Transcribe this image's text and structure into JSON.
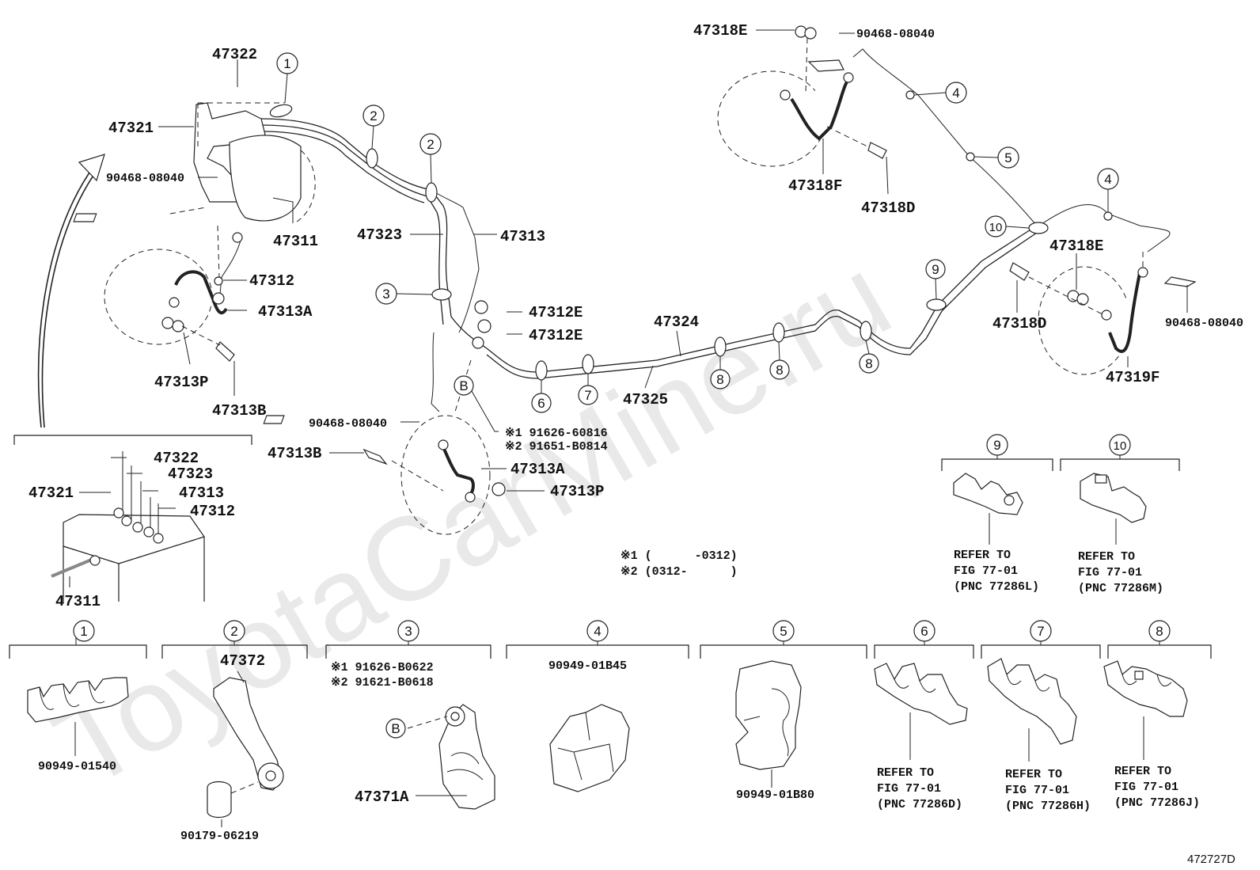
{
  "watermark": "ToyotaCarMine.ru",
  "figure_id": "472727D",
  "main_labels": {
    "p47322": "47322",
    "p47321": "47321",
    "p90468_a": "90468-08040",
    "p47311": "47311",
    "p47312": "47312",
    "p47313A": "47313A",
    "p47313P": "47313P",
    "p47313B": "47313B",
    "p47323": "47323",
    "p47313": "47313",
    "p47312E_1": "47312E",
    "p47312E_2": "47312E",
    "p47324": "47324",
    "p47325": "47325",
    "p90468_b": "90468-08040",
    "p47313B_2": "47313B",
    "p47313A_2": "47313A",
    "p47313P_2": "47313P",
    "note1_part": "※1 91626-60816",
    "note2_part": "※2 91651-B0814",
    "p47318E_top": "47318E",
    "p90468_top": "90468-08040",
    "p47318F": "47318F",
    "p47318D": "47318D",
    "p47318E_r": "47318E",
    "p47318D_r": "47318D",
    "p90468_r": "90468-08040",
    "p47319F": "47319F",
    "ref_b": "B"
  },
  "inset": {
    "p47322": "47322",
    "p47323": "47323",
    "p47321": "47321",
    "p47313": "47313",
    "p47312": "47312",
    "p47311": "47311"
  },
  "notes": {
    "line1": "※1 (      -0312)",
    "line2": "※2 (0312-      )"
  },
  "callouts": [
    "1",
    "2",
    "2",
    "3",
    "4",
    "5",
    "4",
    "6",
    "7",
    "8",
    "8",
    "8",
    "9",
    "10"
  ],
  "clamps": [
    {
      "num": "1",
      "parts": [
        "90949-01540"
      ]
    },
    {
      "num": "2",
      "parts": [
        "47372",
        "90179-06219"
      ]
    },
    {
      "num": "3",
      "parts": [
        "※1 91626-B0622",
        "※2 91621-B0618",
        "B",
        "47371A"
      ]
    },
    {
      "num": "4",
      "parts": [
        "90949-01B45"
      ]
    },
    {
      "num": "5",
      "parts": [
        "90949-01B80"
      ]
    },
    {
      "num": "6",
      "refer": [
        "REFER TO",
        "FIG 77-01",
        "(PNC 77286D)"
      ]
    },
    {
      "num": "7",
      "refer": [
        "REFER TO",
        "FIG 77-01",
        "(PNC 77286H)"
      ]
    },
    {
      "num": "8",
      "refer": [
        "REFER TO",
        "FIG 77-01",
        "(PNC 77286J)"
      ]
    },
    {
      "num": "9",
      "refer": [
        "REFER TO",
        "FIG 77-01",
        "(PNC 77286L)"
      ]
    },
    {
      "num": "10",
      "refer": [
        "REFER TO",
        "FIG 77-01",
        "(PNC 77286M)"
      ]
    }
  ]
}
